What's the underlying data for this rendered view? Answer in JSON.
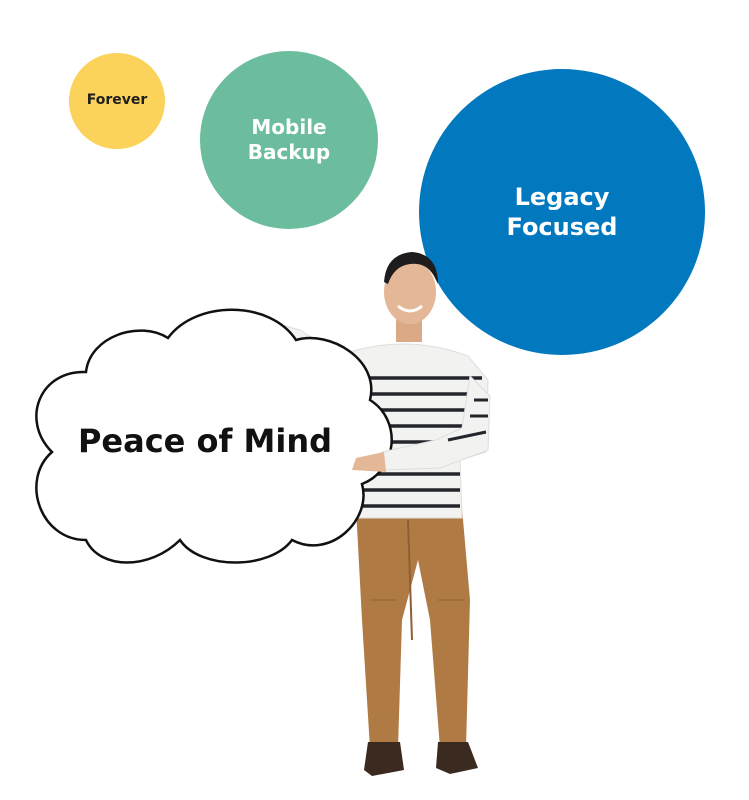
{
  "bubbles": {
    "forever": {
      "label": "Forever",
      "color": "#FBD25A"
    },
    "mobile_backup": {
      "label": "Mobile\nBackup",
      "color": "#6BBD9E"
    },
    "legacy_focused": {
      "label": "Legacy\nFocused",
      "color": "#0278BE"
    }
  },
  "cloud": {
    "text": "Peace of Mind"
  },
  "colors": {
    "sweater": "#F2F2F0",
    "stripe": "#22252B",
    "pants": "#B07A45",
    "shoes": "#3A2A20",
    "skin": "#E4B896",
    "hair": "#1E1C1C"
  }
}
